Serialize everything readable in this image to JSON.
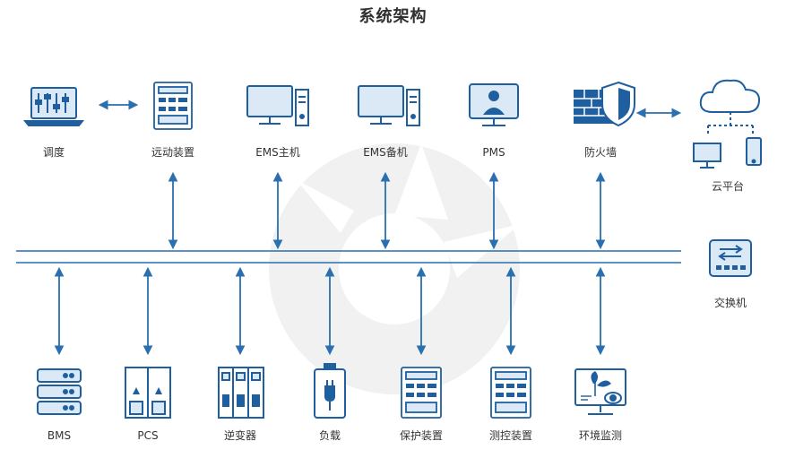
{
  "title": "系统架构",
  "colors": {
    "primary": "#2a6fb0",
    "icon_dark": "#1f5f9f",
    "icon_light": "#dbe8f5",
    "bus": "#2a6fb0",
    "watermark": "#efefef"
  },
  "top_nodes": [
    {
      "label": "调度",
      "icon": "dispatch-laptop-icon"
    },
    {
      "label": "远动装置",
      "icon": "telecontrol-device-icon"
    },
    {
      "label": "EMS主机",
      "icon": "ems-host-computer-icon"
    },
    {
      "label": "EMS备机",
      "icon": "ems-backup-computer-icon"
    },
    {
      "label": "PMS",
      "icon": "pms-user-monitor-icon"
    },
    {
      "label": "防火墙",
      "icon": "firewall-shield-icon"
    }
  ],
  "cloud": {
    "label": "云平台",
    "icon": "cloud-platform-icon"
  },
  "switch": {
    "label": "交换机",
    "icon": "network-switch-icon"
  },
  "bottom_nodes": [
    {
      "label": "BMS",
      "icon": "bms-server-icon"
    },
    {
      "label": "PCS",
      "icon": "pcs-cabinet-icon"
    },
    {
      "label": "逆变器",
      "icon": "inverter-cabinet-icon"
    },
    {
      "label": "负载",
      "icon": "load-plug-icon"
    },
    {
      "label": "保护装置",
      "icon": "protection-device-icon"
    },
    {
      "label": "测控装置",
      "icon": "measurement-control-device-icon"
    },
    {
      "label": "环境监测",
      "icon": "environment-monitoring-icon"
    }
  ]
}
